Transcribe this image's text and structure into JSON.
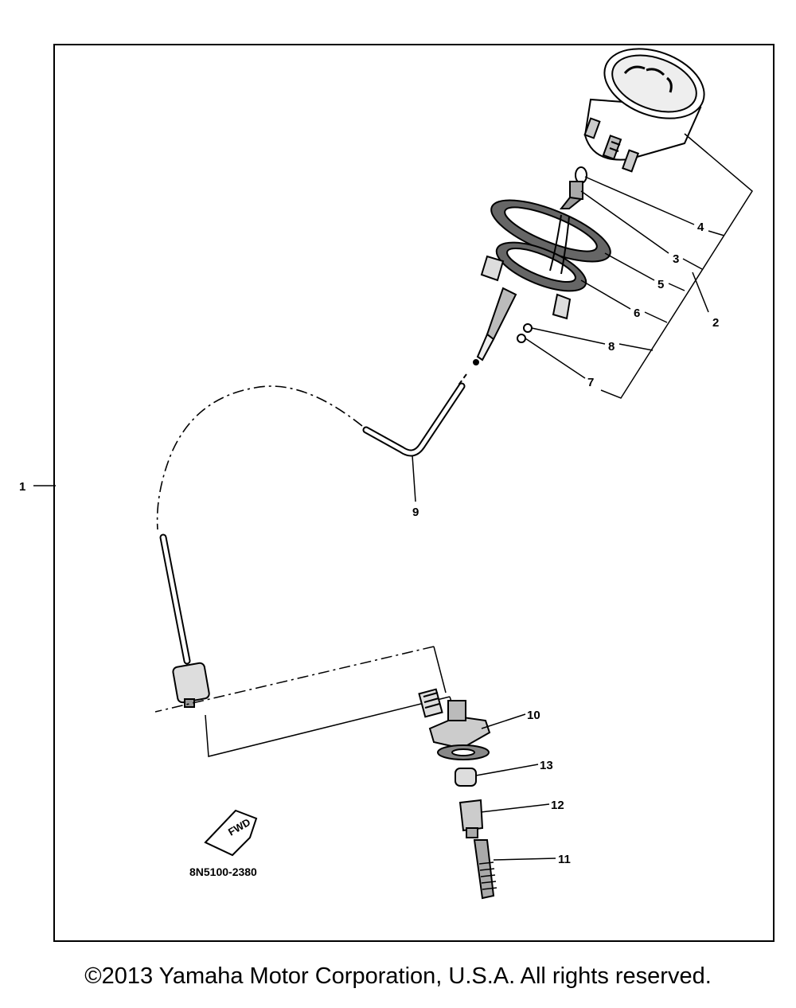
{
  "diagram": {
    "callouts": [
      {
        "id": "1",
        "label": "1"
      },
      {
        "id": "2",
        "label": "2"
      },
      {
        "id": "3",
        "label": "3"
      },
      {
        "id": "4",
        "label": "4"
      },
      {
        "id": "5",
        "label": "5"
      },
      {
        "id": "6",
        "label": "6"
      },
      {
        "id": "7",
        "label": "7"
      },
      {
        "id": "8",
        "label": "8"
      },
      {
        "id": "9",
        "label": "9"
      },
      {
        "id": "10",
        "label": "10"
      },
      {
        "id": "11",
        "label": "11"
      },
      {
        "id": "12",
        "label": "12"
      },
      {
        "id": "13",
        "label": "13"
      }
    ],
    "direction_label": "FWD",
    "part_code": "8N5100-2380"
  },
  "footer": {
    "copyright": "©2013 Yamaha Motor Corporation, U.S.A. All rights reserved."
  }
}
